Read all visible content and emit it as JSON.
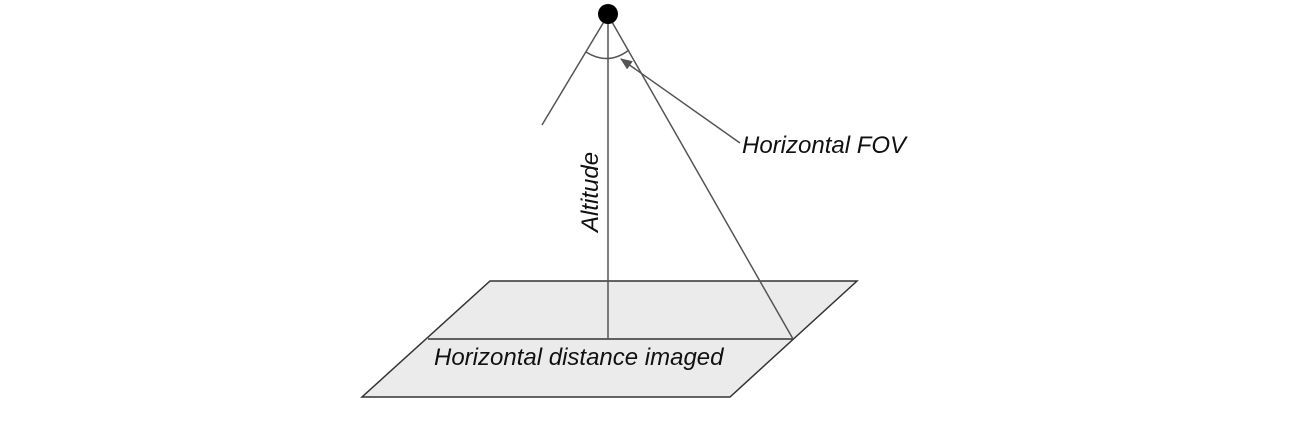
{
  "diagram": {
    "labels": {
      "fov": "Horizontal FOV",
      "altitude": "Altitude",
      "ground": "Horizontal distance imaged"
    },
    "colors": {
      "plane_fill": "#ebebeb",
      "plane_stroke": "#333333",
      "line": "#555555",
      "camera": "#000000",
      "text": "#111111"
    },
    "icons": {
      "camera": "camera-point-icon",
      "arrow": "arrowhead-icon"
    }
  }
}
